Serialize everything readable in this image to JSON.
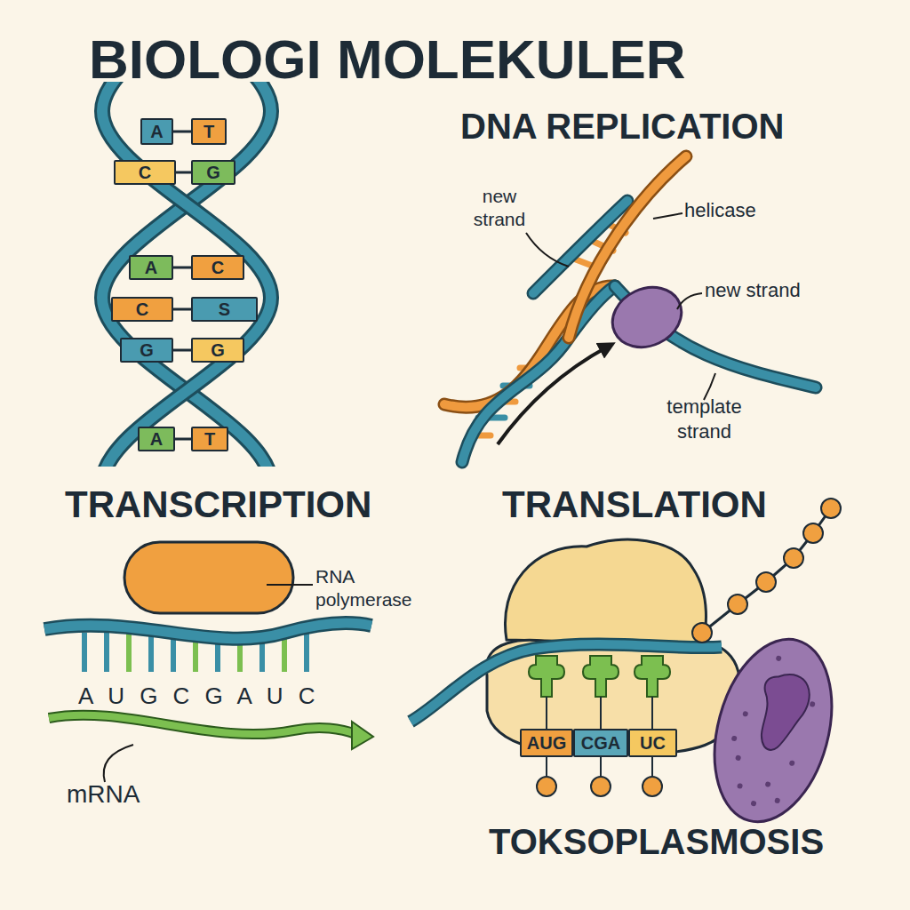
{
  "diagram": {
    "title": "BIOLOGI MOLEKULER",
    "nodes": [
      {
        "text": [
          "A"
        ]
      },
      {
        "text": [
          "T"
        ]
      },
      {
        "text": [
          "C"
        ]
      },
      {
        "text": [
          "G"
        ]
      },
      {
        "text": [
          "A"
        ]
      },
      {
        "text": [
          "C"
        ]
      },
      {
        "text": [
          "C"
        ]
      },
      {
        "text": [
          "S"
        ]
      },
      {
        "text": [
          "G"
        ]
      },
      {
        "text": [
          "G"
        ]
      },
      {
        "text": [
          "A"
        ]
      },
      {
        "text": [
          "T"
        ]
      },
      {
        "text": [
          "AUG"
        ]
      },
      {
        "text": [
          "CGA"
        ]
      },
      {
        "text": [
          "UC"
        ]
      }
    ],
    "edges": [
      {
        "from": 0,
        "to": 1,
        "arrow": "none"
      },
      {
        "from": 2,
        "to": 3,
        "arrow": "none"
      },
      {
        "from": 4,
        "to": 5,
        "arrow": "none"
      },
      {
        "from": 6,
        "to": 7,
        "arrow": "none"
      },
      {
        "from": 8,
        "to": 9,
        "arrow": "none"
      },
      {
        "from": 10,
        "to": 11,
        "arrow": "none"
      }
    ],
    "labels": [
      "DNA REPLICATION",
      "new strand",
      "helicase",
      "new strand",
      "template strand",
      "TRANSCRIPTION",
      "RNA polymerase",
      "A U G C G A U C",
      "mRNA",
      "TRANSLATION",
      "TOKSOPLASMOSIS"
    ]
  }
}
